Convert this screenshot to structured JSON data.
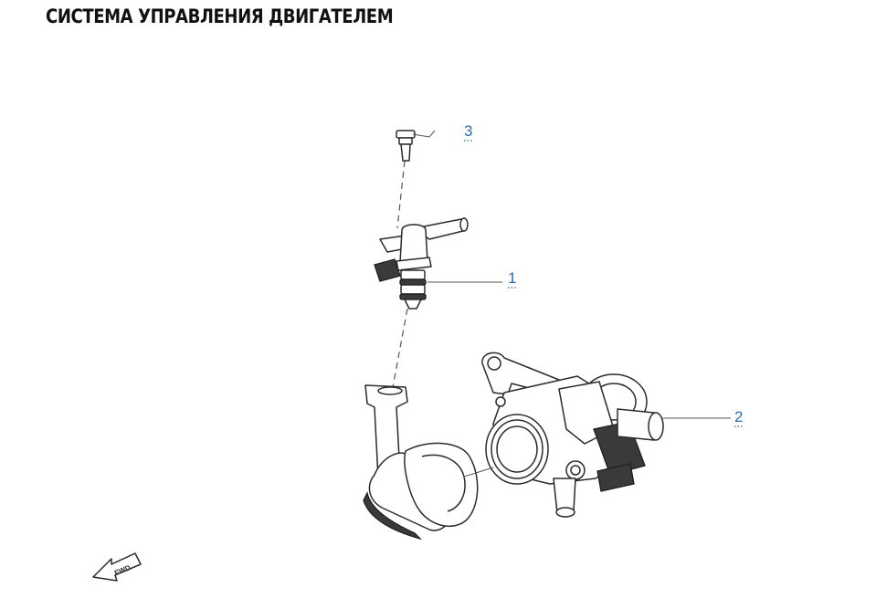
{
  "header": {
    "title": "СИСТЕМА УПРАВЛЕНИЯ ДВИГАТЕЛЕМ"
  },
  "diagram": {
    "callouts": [
      {
        "number": "1",
        "part": "fuel-injector"
      },
      {
        "number": "2",
        "part": "throttle-body"
      },
      {
        "number": "3",
        "part": "bolt"
      }
    ],
    "direction_icon": {
      "label": "FWD",
      "icon": "forward-arrow-icon"
    },
    "colors": {
      "callout": "#2a6cb0",
      "line": "#2b2b2b"
    }
  }
}
